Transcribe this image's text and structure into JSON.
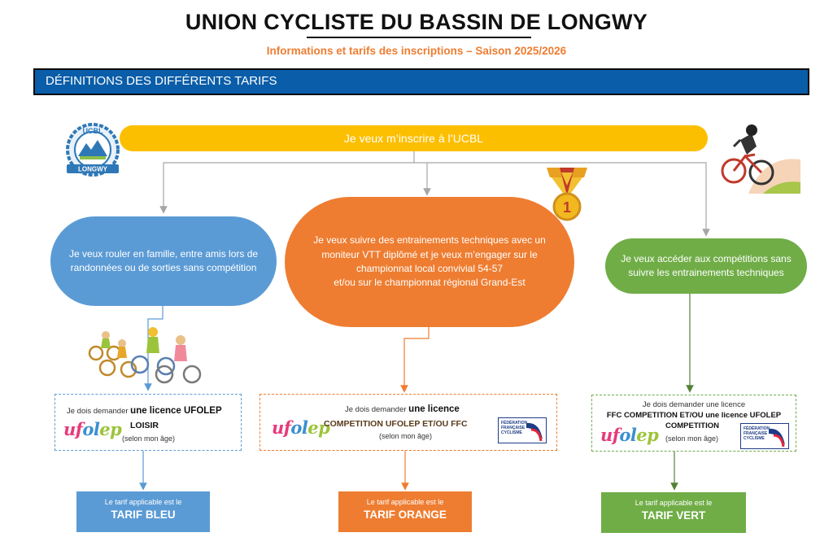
{
  "header": {
    "title": "UNION CYCLISTE DU BASSIN DE LONGWY",
    "subtitle": "Informations et tarifs des inscriptions – Saison 2025/2026"
  },
  "section": {
    "title": "DÉFINITIONS DES DIFFÉRENTS TARIFS"
  },
  "logo": {
    "top_text": "UCBL",
    "bottom_text": "LONGWY"
  },
  "main_bar": {
    "label": "Je veux m’inscrire à l’UCBL"
  },
  "choices": {
    "left": {
      "lines": [
        "Je veux rouler en famille, entre amis lors de",
        "randonnées ou de sorties sans compétition"
      ]
    },
    "middle": {
      "lines": [
        "Je veux suivre des entrainements techniques avec un",
        "moniteur VTT diplômé et je veux m’engager sur le",
        "championnat local convivial 54-57",
        "et/ou sur le championnat régional Grand-Est"
      ]
    },
    "right": {
      "lines": [
        "Je veux accéder aux compétitions sans",
        "suivre les entrainements techniques"
      ]
    }
  },
  "licences": {
    "left": {
      "prefix": "Je dois demander",
      "strong": "une licence UFOLEP",
      "line2": "LOISIR",
      "age": "(selon mon âge)"
    },
    "middle": {
      "prefix": "Je dois demander",
      "strong": "une licence",
      "line2": "COMPETITION UFOLEP ET/OU FFC",
      "age": "(selon mon âge)"
    },
    "right": {
      "line1": "Je dois demander une licence",
      "line2": "FFC COMPETITION ET/OU une licence UFOLEP",
      "line3": "COMPETITION",
      "age": "(selon mon âge)"
    }
  },
  "brand_logos": {
    "ufolep": {
      "p1": "uf",
      "p2": "ol",
      "p3": "ep"
    },
    "ffc": {
      "l1": "FÉDÉRATION",
      "l2": "FRANÇAISE",
      "l3": "CYCLISME"
    }
  },
  "tarifs": {
    "bleu": {
      "caption": "Le tarif applicable est le",
      "name": "TARIF BLEU"
    },
    "orange": {
      "caption": "Le tarif applicable est le",
      "name": "TARIF ORANGE"
    },
    "vert": {
      "caption": "Le tarif applicable est le",
      "name": "TARIF VERT"
    }
  },
  "icons": [
    "ucbl-logo-icon",
    "trophy-icon",
    "mountain-biker-icon",
    "family-cyclists-icon",
    "ufolep-logo-icon",
    "ffc-logo-icon"
  ],
  "colors": {
    "title": "#111111",
    "subtitle": "#ee7d31",
    "section_bar": "#0a5da8",
    "main_bar": "#fcbf00",
    "blue": "#5b9bd5",
    "orange": "#ee7d31",
    "green": "#70ad47",
    "connector": "#a6a6a6"
  }
}
